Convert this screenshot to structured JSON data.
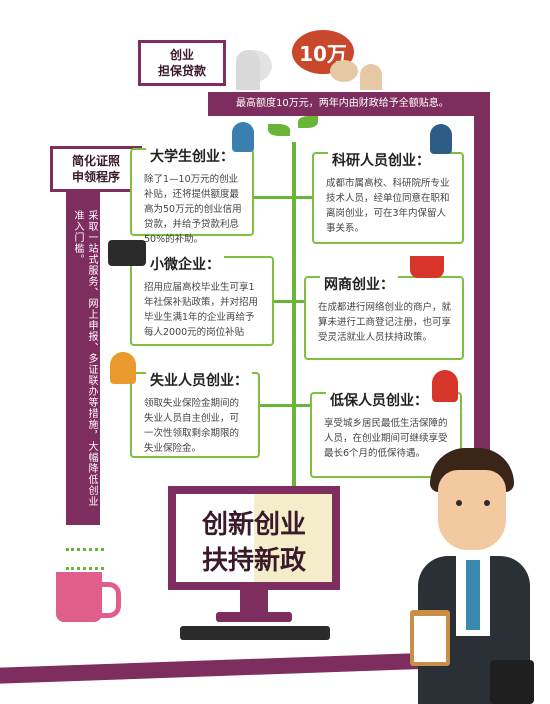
{
  "guarantee": {
    "tag": "创业\n担保贷款",
    "amount": "10万",
    "desc": "最高额度10万元，两年内由财政给予全额贴息。"
  },
  "simplify": {
    "tag": "简化证照\n申领程序",
    "desc": "采取一站式服务、网上申报、多证联办等措施，大幅降低创业准入门槛。"
  },
  "cards": [
    {
      "title": "大学生创业：",
      "text": "除了1—10万元的创业补贴，还将提供额度最高为50万元的创业信用贷款，并给予贷款利息50%的补助。"
    },
    {
      "title": "科研人员创业：",
      "text": "成都市属高校、科研院所专业技术人员，经单位同意在职和离岗创业，可在3年内保留人事关系。"
    },
    {
      "title": "小微企业：",
      "text": "招用应届高校毕业生可享1年社保补贴政策，并对招用毕业生满1年的企业再给予每人2000元的岗位补贴"
    },
    {
      "title": "网商创业：",
      "text": "在成都进行网络创业的商户，就算未进行工商登记注册，也可享受灵活就业人员扶持政策。"
    },
    {
      "title": "失业人员创业：",
      "text": "领取失业保险金期间的失业人员自主创业，可一次性领取剩余期限的失业保险金。"
    },
    {
      "title": "低保人员创业：",
      "text": "享受城乡居民最低生活保障的人员，在创业期间可继续享受最长6个月的低保待遇。"
    }
  ],
  "monitor": {
    "line1": "创新创业",
    "line2": "扶持新政"
  },
  "colors": {
    "accent": "#7d2d5e",
    "green": "#7fbf3f",
    "bubble": "#c9472b"
  }
}
